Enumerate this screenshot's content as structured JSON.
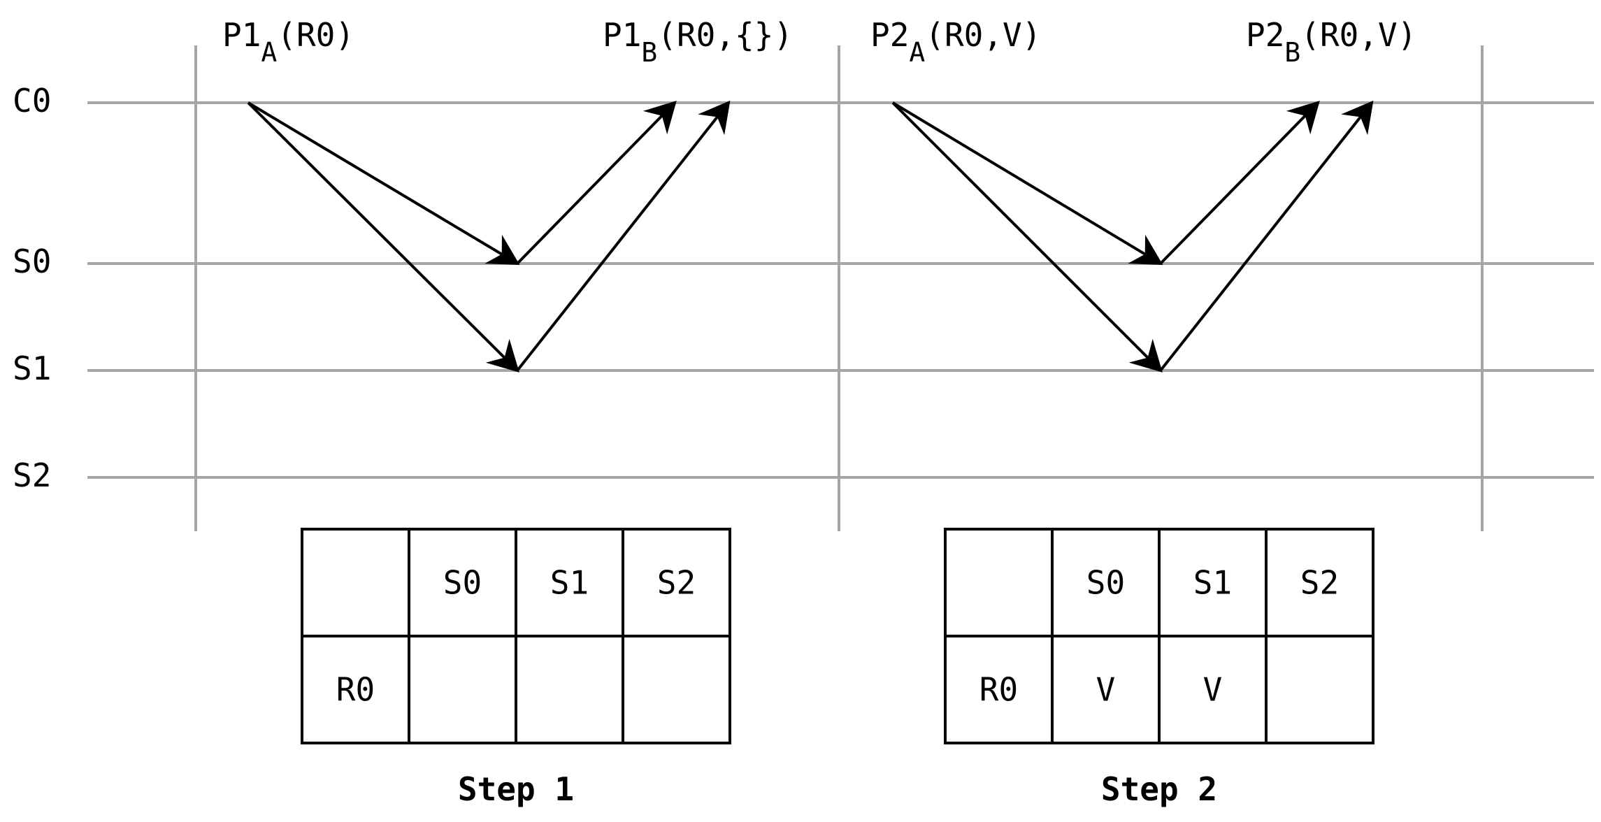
{
  "colors": {
    "grid": "#a6a6a6",
    "ink": "#000000",
    "background": "#ffffff"
  },
  "rows": [
    "C0",
    "S0",
    "S1",
    "S2"
  ],
  "phases": [
    {
      "base": "P1",
      "sub": "A",
      "args": "(R0)"
    },
    {
      "base": "P1",
      "sub": "B",
      "args": "(R0,{})"
    },
    {
      "base": "P2",
      "sub": "A",
      "args": "(R0,V)"
    },
    {
      "base": "P2",
      "sub": "B",
      "args": "(R0,V)"
    }
  ],
  "arrows": [
    {
      "from": "C0",
      "to": "S0",
      "step": 1
    },
    {
      "from": "C0",
      "to": "S1",
      "step": 1
    },
    {
      "from": "S0",
      "to": "C0",
      "step": 1
    },
    {
      "from": "S1",
      "to": "C0",
      "step": 1
    },
    {
      "from": "C0",
      "to": "S0",
      "step": 2
    },
    {
      "from": "C0",
      "to": "S1",
      "step": 2
    },
    {
      "from": "S0",
      "to": "C0",
      "step": 2
    },
    {
      "from": "S1",
      "to": "C0",
      "step": 2
    }
  ],
  "tables": [
    {
      "caption": "Step 1",
      "columns": [
        "",
        "S0",
        "S1",
        "S2"
      ],
      "rows": [
        {
          "label": "R0",
          "cells": [
            "",
            "",
            ""
          ]
        }
      ]
    },
    {
      "caption": "Step 2",
      "columns": [
        "",
        "S0",
        "S1",
        "S2"
      ],
      "rows": [
        {
          "label": "R0",
          "cells": [
            "V",
            "V",
            ""
          ]
        }
      ]
    }
  ]
}
